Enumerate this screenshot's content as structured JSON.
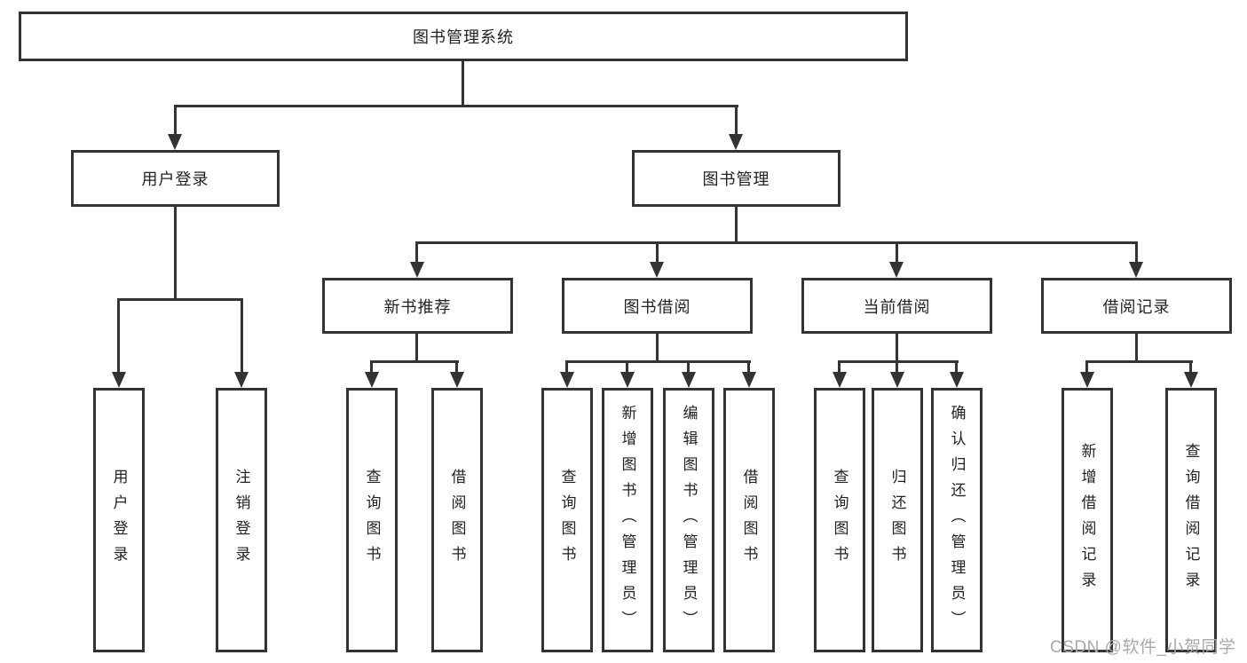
{
  "diagram": {
    "nodes": {
      "root": "图书管理系统",
      "user_login": "用户登录",
      "book_mgmt": "图书管理",
      "new_book_rec": "新书推荐",
      "book_borrow": "图书借阅",
      "current_borrow": "当前借阅",
      "borrow_records": "借阅记录",
      "ul_login": "用户登录",
      "ul_logout": "注销登录",
      "nb_query": "查询图书",
      "nb_borrow": "借阅图书",
      "bb_query": "查询图书",
      "bb_add": "新增图书（管理员）",
      "bb_edit": "编辑图书（管理员）",
      "bb_borrow": "借阅图书",
      "cb_query": "查询图书",
      "cb_return": "归还图书",
      "cb_confirm": "确认归还（管理员）",
      "br_add": "新增借阅记录",
      "br_query": "查询借阅记录"
    }
  },
  "watermark": "CSDN @软件_小贺同学",
  "colors": {
    "line": "#333333",
    "border": "#333333",
    "text": "#222222",
    "watermark": "#a9a9a9",
    "background": "#ffffff"
  }
}
